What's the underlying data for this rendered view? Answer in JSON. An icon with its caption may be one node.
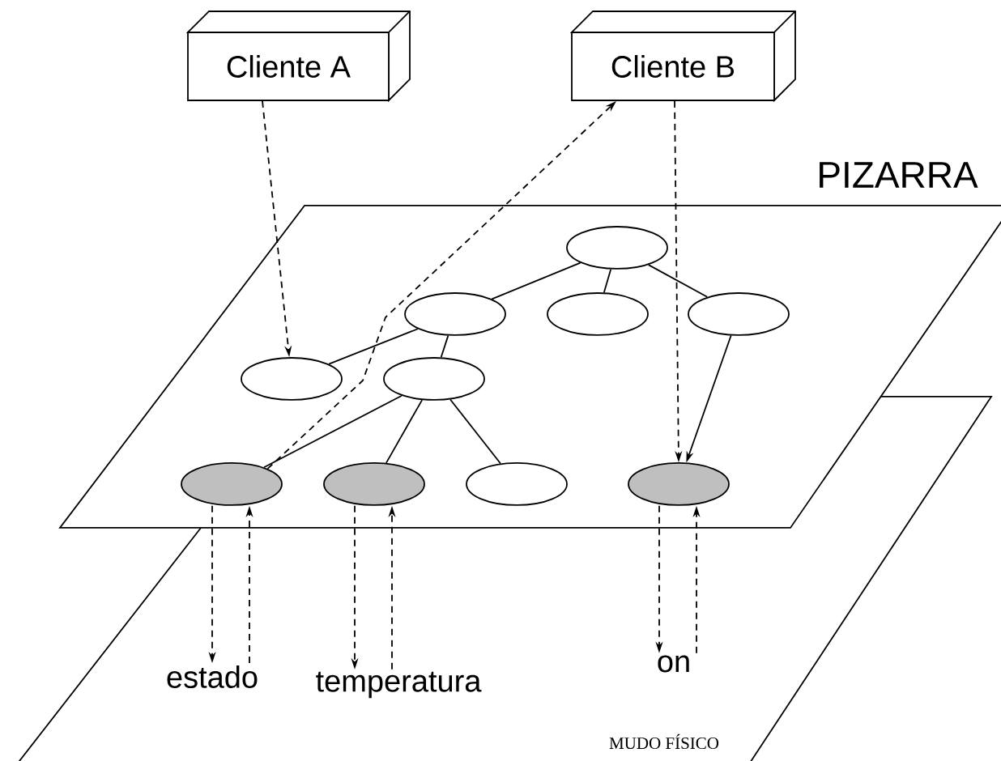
{
  "diagram": {
    "nodes": [
      {
        "text": [
          "Cliente A"
        ]
      },
      {
        "text": [
          "Cliente B"
        ]
      },
      {
        "text": [
          "PIZARRA"
        ]
      },
      {
        "text": [
          "MUDO FÍSICO"
        ]
      },
      {
        "text": [],
        "shape": "ellipse",
        "in": 2
      },
      {
        "text": [],
        "shape": "ellipse",
        "in": 2
      },
      {
        "text": [],
        "shape": "ellipse",
        "in": 2
      },
      {
        "text": [],
        "shape": "ellipse",
        "in": 2
      },
      {
        "text": [],
        "shape": "ellipse",
        "in": 2
      },
      {
        "text": [],
        "shape": "ellipse",
        "in": 2
      },
      {
        "text": [],
        "shape": "ellipse"
      },
      {
        "text": [],
        "shape": "ellipse"
      },
      {
        "text": [],
        "shape": "ellipse"
      },
      {
        "text": [],
        "shape": "ellipse"
      },
      {
        "text": [
          "estado"
        ],
        "in": 3
      },
      {
        "text": [
          "temperatura"
        ],
        "in": 3
      },
      {
        "text": [
          "on"
        ],
        "in": 3
      }
    ],
    "edges": [
      {
        "from": 4,
        "to": 5,
        "arrow": "none"
      },
      {
        "from": 4,
        "to": 6,
        "arrow": "none"
      },
      {
        "from": 4,
        "to": 7,
        "arrow": "none"
      },
      {
        "from": 5,
        "to": 8,
        "arrow": "none"
      },
      {
        "from": 5,
        "to": 9,
        "arrow": "none"
      },
      {
        "from": 9,
        "to": 10,
        "arrow": "none"
      },
      {
        "from": 9,
        "to": 11,
        "arrow": "none"
      },
      {
        "from": 9,
        "to": 12,
        "arrow": "none"
      },
      {
        "from": 7,
        "to": 13,
        "arrow": "to"
      },
      {
        "from": 0,
        "to": 8,
        "arrow": "to",
        "style": "dashed"
      },
      {
        "from": 10,
        "to": 1,
        "arrow": "to",
        "style": "dashed"
      },
      {
        "from": 1,
        "to": 13,
        "arrow": "to",
        "style": "dashed"
      },
      {
        "from": 10,
        "to": 14,
        "arrow": "to",
        "style": "dashed"
      },
      {
        "from": 14,
        "to": 10,
        "arrow": "to",
        "style": "dashed"
      },
      {
        "from": 11,
        "to": 15,
        "arrow": "to",
        "style": "dashed"
      },
      {
        "from": 15,
        "to": 11,
        "arrow": "to",
        "style": "dashed"
      },
      {
        "from": 13,
        "to": 16,
        "arrow": "to",
        "style": "dashed"
      },
      {
        "from": 16,
        "to": 13,
        "arrow": "to",
        "style": "dashed"
      }
    ]
  }
}
